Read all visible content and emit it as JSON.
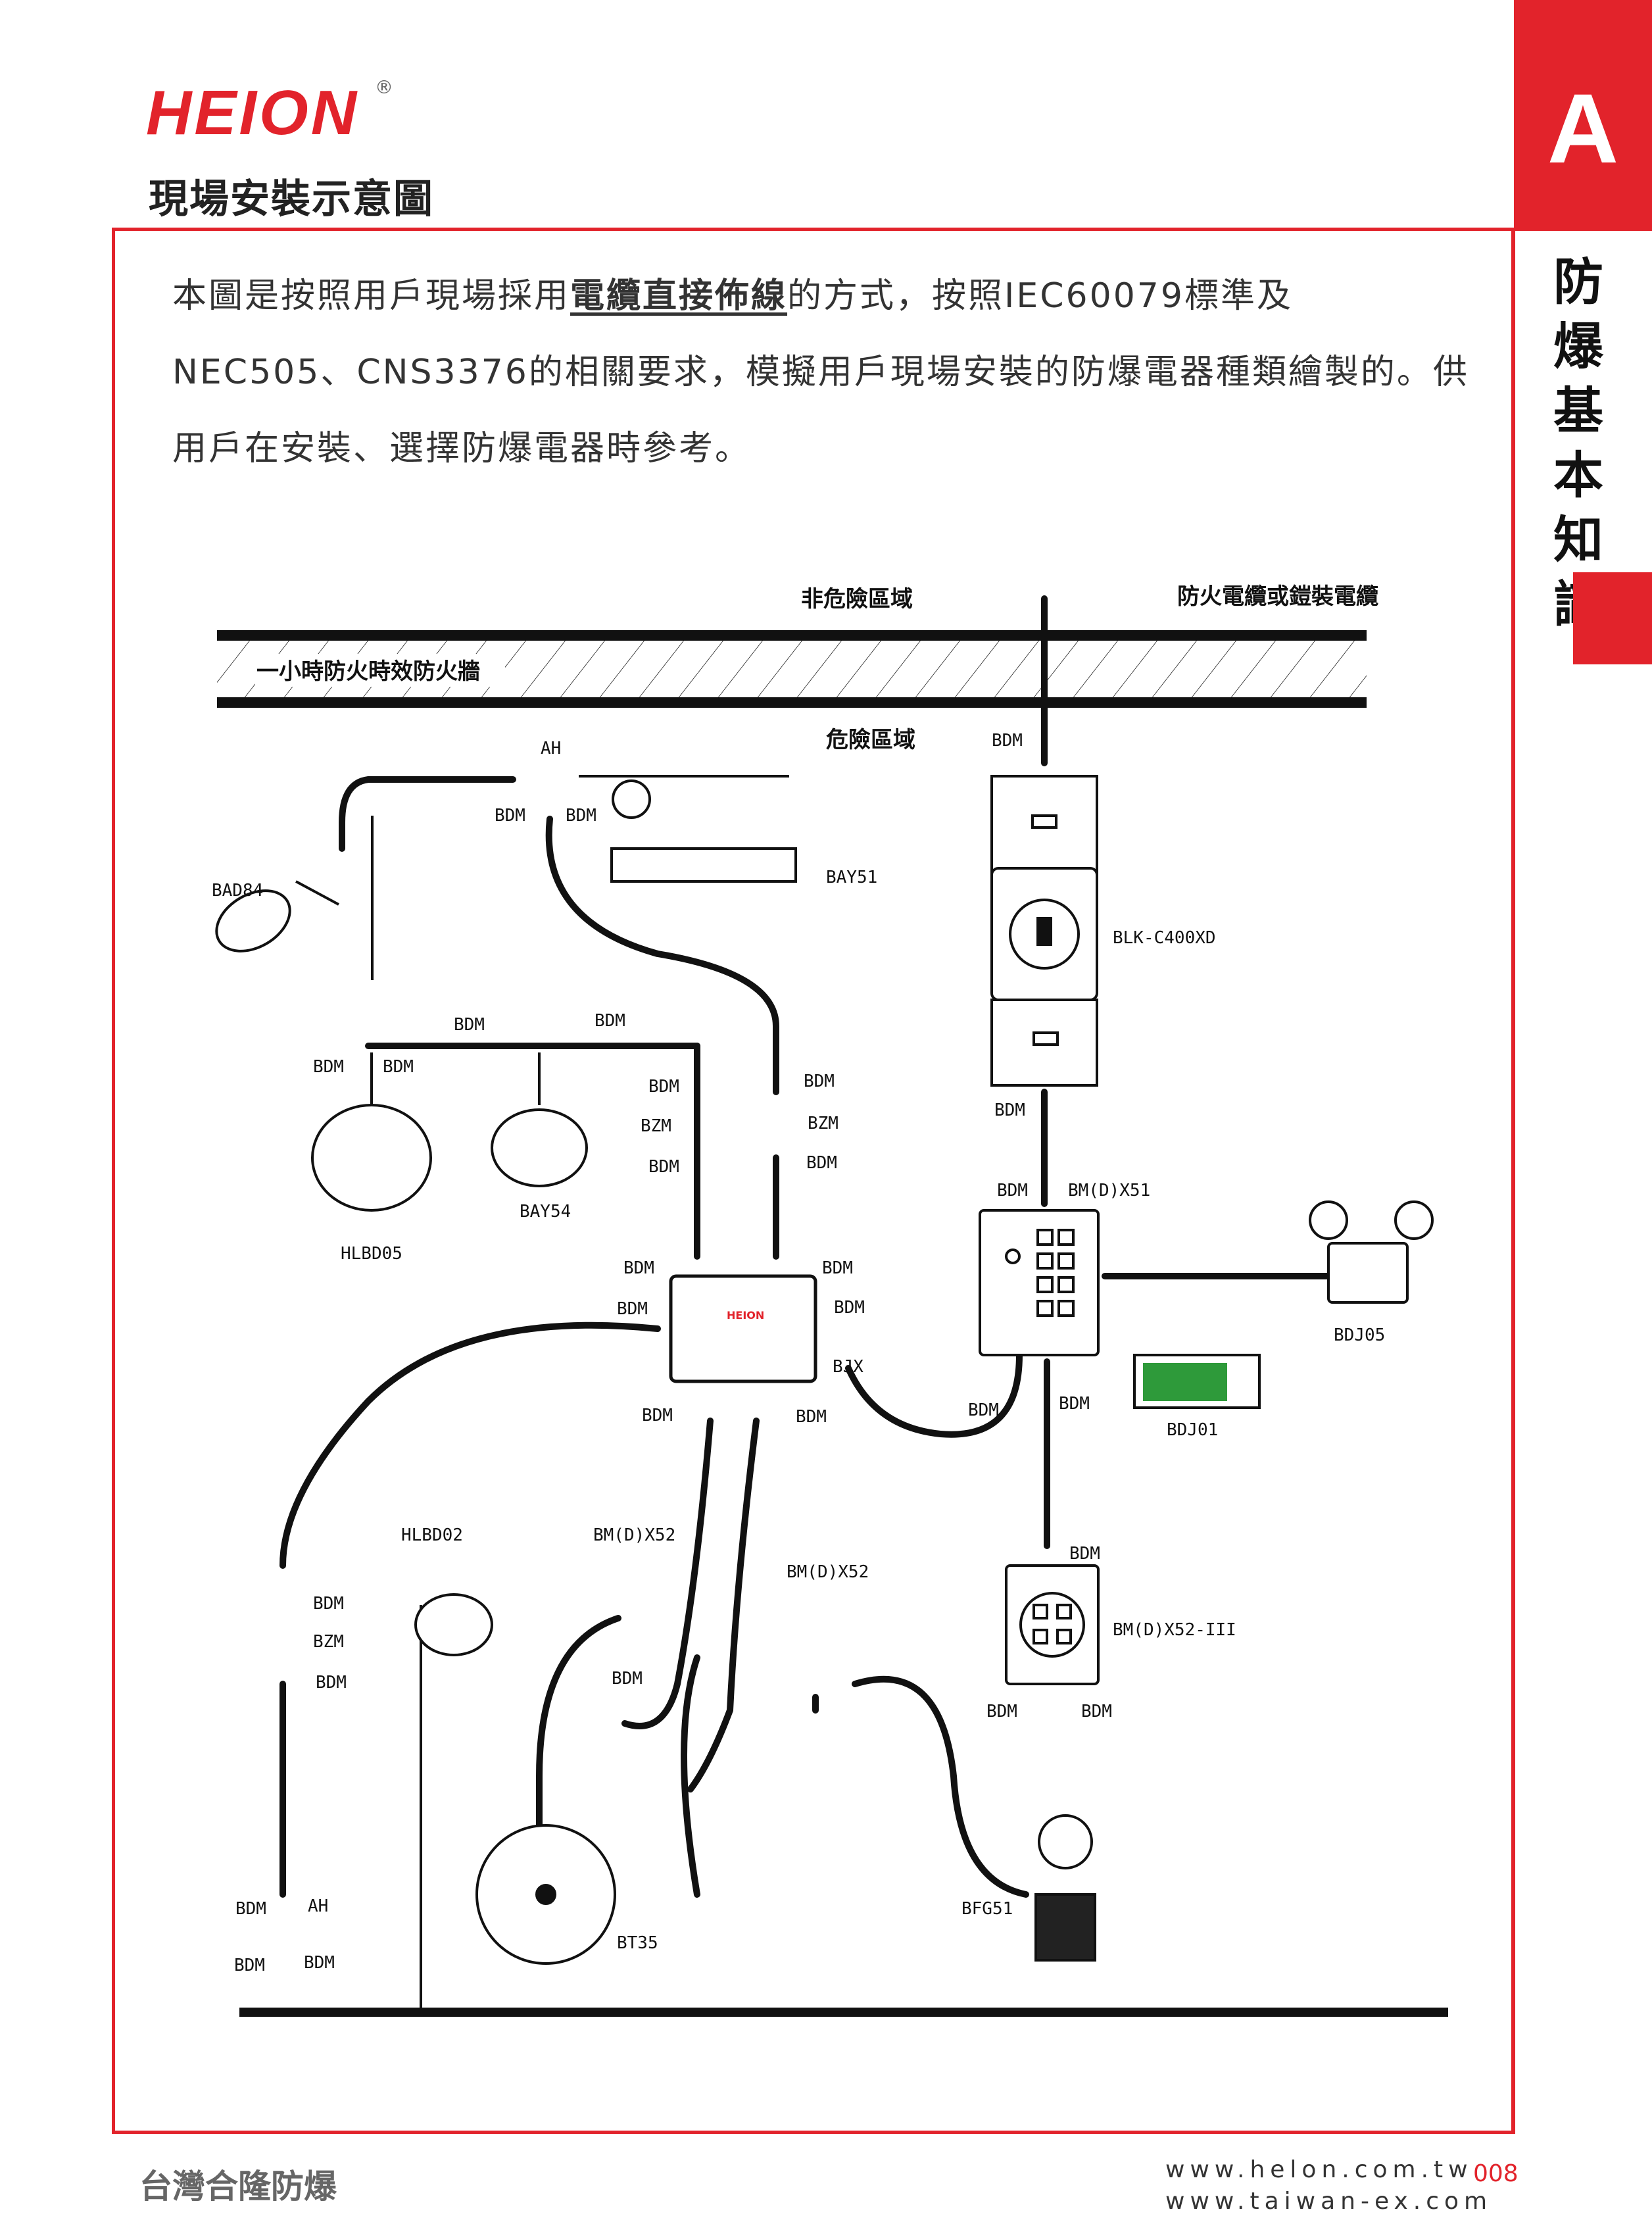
{
  "header": {
    "brand": "HEION",
    "registered": "®",
    "title": "現場安裝示意圖"
  },
  "tab": {
    "letter": "A",
    "section_title": "防爆基本知識"
  },
  "intro": {
    "before": "本圖是按照用戶現場採用",
    "emphasis": "電纜直接佈線",
    "after": "的方式，按照IEC60079標準及NEC505、CNS3376的相關要求，模擬用戶現場安裝的防爆電器種類繪製的。供用戶在安裝、選擇防爆電器時參考。"
  },
  "zones": {
    "non_hazard": "非危險區域",
    "cable": "防火電纜或鎧裝電纜",
    "firewall": "一小時防火時效防火牆",
    "hazard": "危險區域"
  },
  "diagram": [
    {
      "id": "ah-top",
      "text": "AH"
    },
    {
      "id": "bdm-ah-l",
      "text": "BDM"
    },
    {
      "id": "bdm-ah-r",
      "text": "BDM"
    },
    {
      "id": "bay51",
      "text": "BAY51"
    },
    {
      "id": "bad84",
      "text": "BAD84"
    },
    {
      "id": "bdm-blk-top",
      "text": "BDM"
    },
    {
      "id": "blk",
      "text": "BLK-C400XD"
    },
    {
      "id": "bdm-bay54-l",
      "text": "BDM"
    },
    {
      "id": "bdm-bay54-r",
      "text": "BDM"
    },
    {
      "id": "bdm-hl-l",
      "text": "BDM"
    },
    {
      "id": "bdm-hl-r",
      "text": "BDM"
    },
    {
      "id": "bay54",
      "text": "BAY54"
    },
    {
      "id": "hlbd05",
      "text": "HLBD05"
    },
    {
      "id": "bdm-bzm1-t",
      "text": "BDM"
    },
    {
      "id": "bzm1",
      "text": "BZM"
    },
    {
      "id": "bdm-bzm1-b",
      "text": "BDM"
    },
    {
      "id": "bdm-bzm2-t",
      "text": "BDM"
    },
    {
      "id": "bzm2",
      "text": "BZM"
    },
    {
      "id": "bdm-bzm2-b",
      "text": "BDM"
    },
    {
      "id": "bdm-blk-bot",
      "text": "BDM"
    },
    {
      "id": "bdm-x51",
      "text": "BDM"
    },
    {
      "id": "bmx51",
      "text": "BM(D)X51"
    },
    {
      "id": "bdm-bjx-tl",
      "text": "BDM"
    },
    {
      "id": "bdm-bjx-tr",
      "text": "BDM"
    },
    {
      "id": "bdm-bjx-l",
      "text": "BDM"
    },
    {
      "id": "bdm-bjx-r",
      "text": "BDM"
    },
    {
      "id": "bjx",
      "text": "BJX"
    },
    {
      "id": "bdm-bjx-bl",
      "text": "BDM"
    },
    {
      "id": "bdm-bjx-br",
      "text": "BDM"
    },
    {
      "id": "bdm-x51-bl",
      "text": "BDM"
    },
    {
      "id": "bdm-x51-br",
      "text": "BDM"
    },
    {
      "id": "bdj05",
      "text": "BDJ05"
    },
    {
      "id": "bdj01",
      "text": "BDJ01"
    },
    {
      "id": "hlbd02",
      "text": "HLBD02"
    },
    {
      "id": "bmx52-a",
      "text": "BM(D)X52"
    },
    {
      "id": "bmx52-b",
      "text": "BM(D)X52"
    },
    {
      "id": "bdm-x52a",
      "text": "BDM"
    },
    {
      "id": "bdm-x52iii-t",
      "text": "BDM"
    },
    {
      "id": "bmx52iii",
      "text": "BM(D)X52-III"
    },
    {
      "id": "bdm-x52iii-bl",
      "text": "BDM"
    },
    {
      "id": "bdm-x52iii-br",
      "text": "BDM"
    },
    {
      "id": "bdm-bzm3-t",
      "text": "BDM"
    },
    {
      "id": "bzm3",
      "text": "BZM"
    },
    {
      "id": "bdm-bzm3-b",
      "text": "BDM"
    },
    {
      "id": "bt35",
      "text": "BT35"
    },
    {
      "id": "bfg51",
      "text": "BFG51"
    },
    {
      "id": "bdm-ah2-t",
      "text": "BDM"
    },
    {
      "id": "ah-bottom",
      "text": "AH"
    },
    {
      "id": "bdm-ah2-bl",
      "text": "BDM"
    },
    {
      "id": "bdm-ah2-br",
      "text": "BDM"
    }
  ],
  "footer": {
    "company": "台灣合隆防爆",
    "web1": "www.helon.com.tw",
    "web2": "www.taiwan-ex.com",
    "page": "008"
  }
}
